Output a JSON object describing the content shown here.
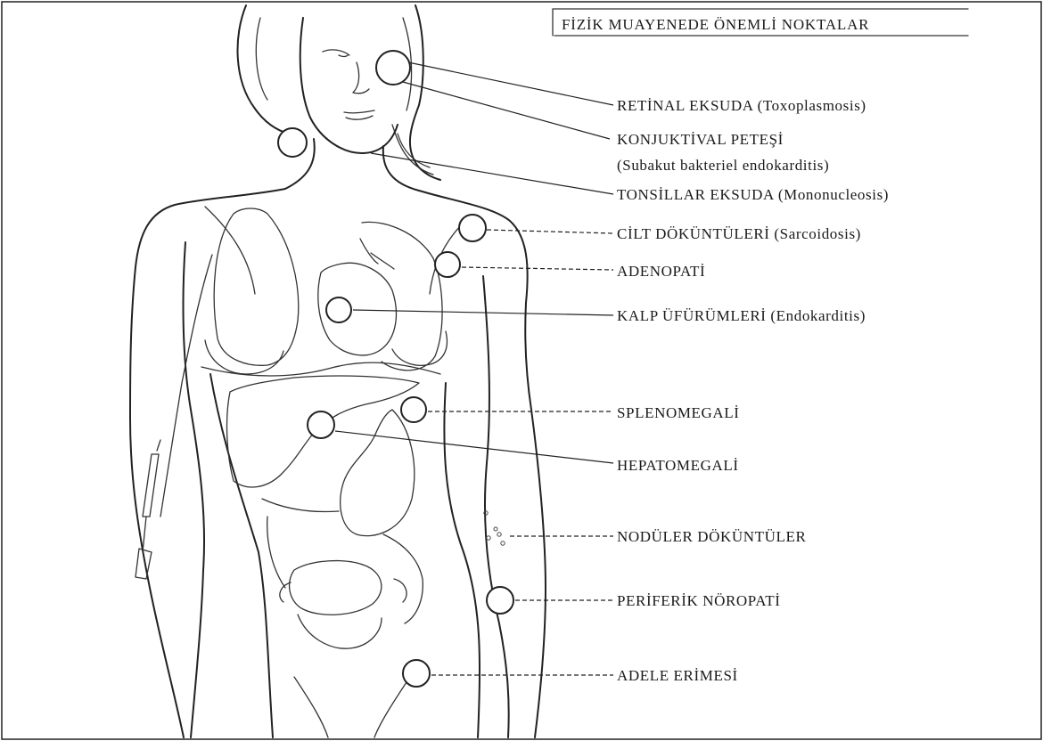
{
  "title": "FİZİK MUAYENEDE ÖNEMLİ NOKTALAR",
  "labels": {
    "retinal": "RETİNAL EKSUDA (Toxoplasmosis)",
    "konjuktival": "KONJUKTİVAL PETEŞİ",
    "konjuktival_sub": "(Subakut bakteriel endokarditis)",
    "tonsillar": "TONSİLLAR EKSUDA (Mononucleosis)",
    "cilt": "CİLT DÖKÜNTÜLERİ (Sarcoidosis)",
    "adenopati": "ADENOPATİ",
    "kalp": "KALP ÜFÜRÜMLERİ (Endokarditis)",
    "splenomegali": "SPLENOMEGALİ",
    "hepatomegali": "HEPATOMEGALİ",
    "noduler": "NODÜLER DÖKÜNTÜLER",
    "periferik": "PERİFERİK NÖROPATİ",
    "adele": "ADELE ERİMESİ"
  }
}
